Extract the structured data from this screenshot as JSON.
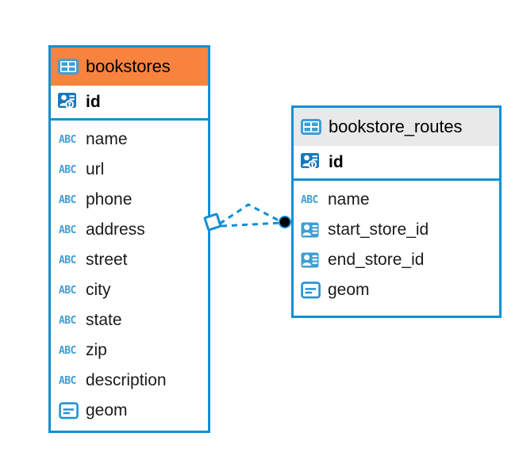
{
  "diagram": {
    "type": "entity-relationship-diagram",
    "colors": {
      "border": "#1190d4",
      "selected_header": "#f8833f",
      "normal_header": "#e9e9e9",
      "icon_blue": "#3d9fd8",
      "connector": "#1190d4",
      "endpoint": "#000000",
      "canvas": "#ffffff"
    },
    "entities": [
      {
        "name": "bookstores",
        "header_state": "selected",
        "table_icon": "table-grid-icon",
        "primary_key": {
          "label": "id",
          "icon": "primary-key-icon"
        },
        "fields": [
          {
            "label": "name",
            "icon": "text-abc-icon",
            "icon_text": "ABC"
          },
          {
            "label": "url",
            "icon": "text-abc-icon",
            "icon_text": "ABC"
          },
          {
            "label": "phone",
            "icon": "text-abc-icon",
            "icon_text": "ABC"
          },
          {
            "label": "address",
            "icon": "text-abc-icon",
            "icon_text": "ABC"
          },
          {
            "label": "street",
            "icon": "text-abc-icon",
            "icon_text": "ABC"
          },
          {
            "label": "city",
            "icon": "text-abc-icon",
            "icon_text": "ABC"
          },
          {
            "label": "state",
            "icon": "text-abc-icon",
            "icon_text": "ABC"
          },
          {
            "label": "zip",
            "icon": "text-abc-icon",
            "icon_text": "ABC"
          },
          {
            "label": "description",
            "icon": "text-abc-icon",
            "icon_text": "ABC"
          },
          {
            "label": "geom",
            "icon": "geometry-icon",
            "icon_text": ""
          }
        ]
      },
      {
        "name": "bookstore_routes",
        "header_state": "normal",
        "table_icon": "table-grid-icon",
        "primary_key": {
          "label": "id",
          "icon": "primary-key-icon"
        },
        "fields": [
          {
            "label": "name",
            "icon": "text-abc-icon",
            "icon_text": "ABC"
          },
          {
            "label": "start_store_id",
            "icon": "foreign-key-icon",
            "icon_text": ""
          },
          {
            "label": "end_store_id",
            "icon": "foreign-key-icon",
            "icon_text": ""
          },
          {
            "label": "geom",
            "icon": "geometry-icon",
            "icon_text": ""
          }
        ]
      }
    ],
    "relationships": [
      {
        "from_entity": "bookstores",
        "to_entity": "bookstore_routes",
        "from_marker": "diamond-outline",
        "to_marker": "filled-circle",
        "line_style": "dashed",
        "branches": 2
      }
    ]
  }
}
